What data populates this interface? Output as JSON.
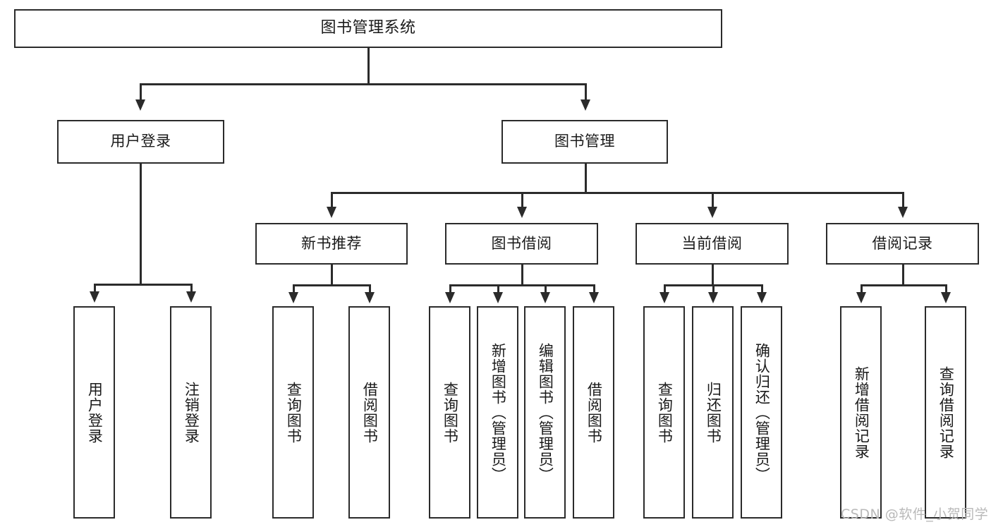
{
  "diagram": {
    "title": "图书管理系统",
    "type": "tree",
    "background_color": "#ffffff",
    "line_color": "#2b2b2b",
    "text_color": "#1a1a1a"
  },
  "nodes": {
    "root": {
      "label": "图书管理系统"
    },
    "level2": [
      {
        "id": "user-login",
        "label": "用户登录"
      },
      {
        "id": "book-management",
        "label": "图书管理"
      }
    ],
    "level3": [
      {
        "id": "new-book-recommend",
        "label": "新书推荐"
      },
      {
        "id": "book-borrow",
        "label": "图书借阅"
      },
      {
        "id": "current-borrow",
        "label": "当前借阅"
      },
      {
        "id": "borrow-record",
        "label": "借阅记录"
      }
    ],
    "leaves": {
      "user_login": [
        {
          "id": "leaf-user-login",
          "label": "用户登录"
        },
        {
          "id": "leaf-user-logout",
          "label": "注销登录"
        }
      ],
      "new_book_recommend": [
        {
          "id": "leaf-query-book-1",
          "label": "查询图书"
        },
        {
          "id": "leaf-borrow-book-1",
          "label": "借阅图书"
        }
      ],
      "book_borrow": [
        {
          "id": "leaf-query-book-2",
          "label": "查询图书"
        },
        {
          "id": "leaf-add-book",
          "label": "新增图书（管理员）"
        },
        {
          "id": "leaf-edit-book",
          "label": "编辑图书（管理员）"
        },
        {
          "id": "leaf-borrow-book-2",
          "label": "借阅图书"
        }
      ],
      "current_borrow": [
        {
          "id": "leaf-query-book-3",
          "label": "查询图书"
        },
        {
          "id": "leaf-return-book",
          "label": "归还图书"
        },
        {
          "id": "leaf-confirm-return",
          "label": "确认归还（管理员）"
        }
      ],
      "borrow_record": [
        {
          "id": "leaf-add-borrow-record",
          "label": "新增借阅记录"
        },
        {
          "id": "leaf-query-borrow-record",
          "label": "查询借阅记录"
        }
      ]
    }
  },
  "watermark": {
    "text": "CSDN @软件_小贺同学",
    "color": "#b9b9b9"
  }
}
